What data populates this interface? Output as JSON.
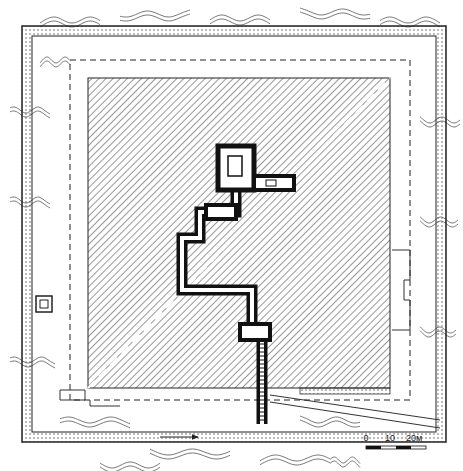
{
  "diagram": {
    "labels": [
      "0",
      "10",
      "20м"
    ]
  }
}
